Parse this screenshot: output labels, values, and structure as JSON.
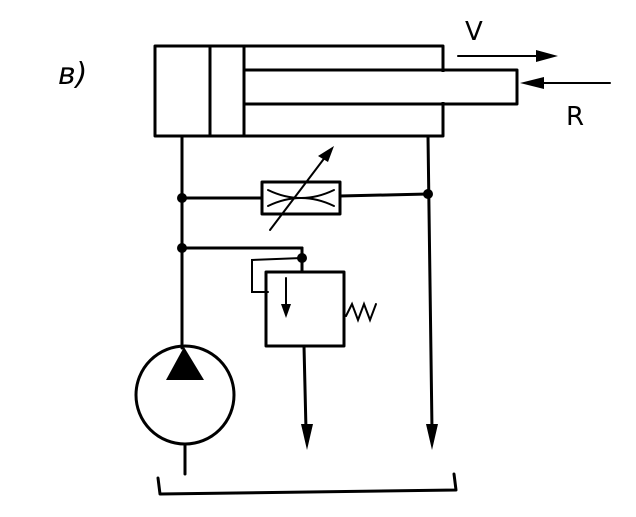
{
  "figure_label": "в)",
  "labels": {
    "velocity": "V",
    "load": "R"
  },
  "components": [
    "hydraulic-cylinder",
    "adjustable-throttle",
    "pressure-relief-valve",
    "hydraulic-pump",
    "tank"
  ],
  "colors": {
    "ink": "#000000",
    "background": "#ffffff"
  }
}
